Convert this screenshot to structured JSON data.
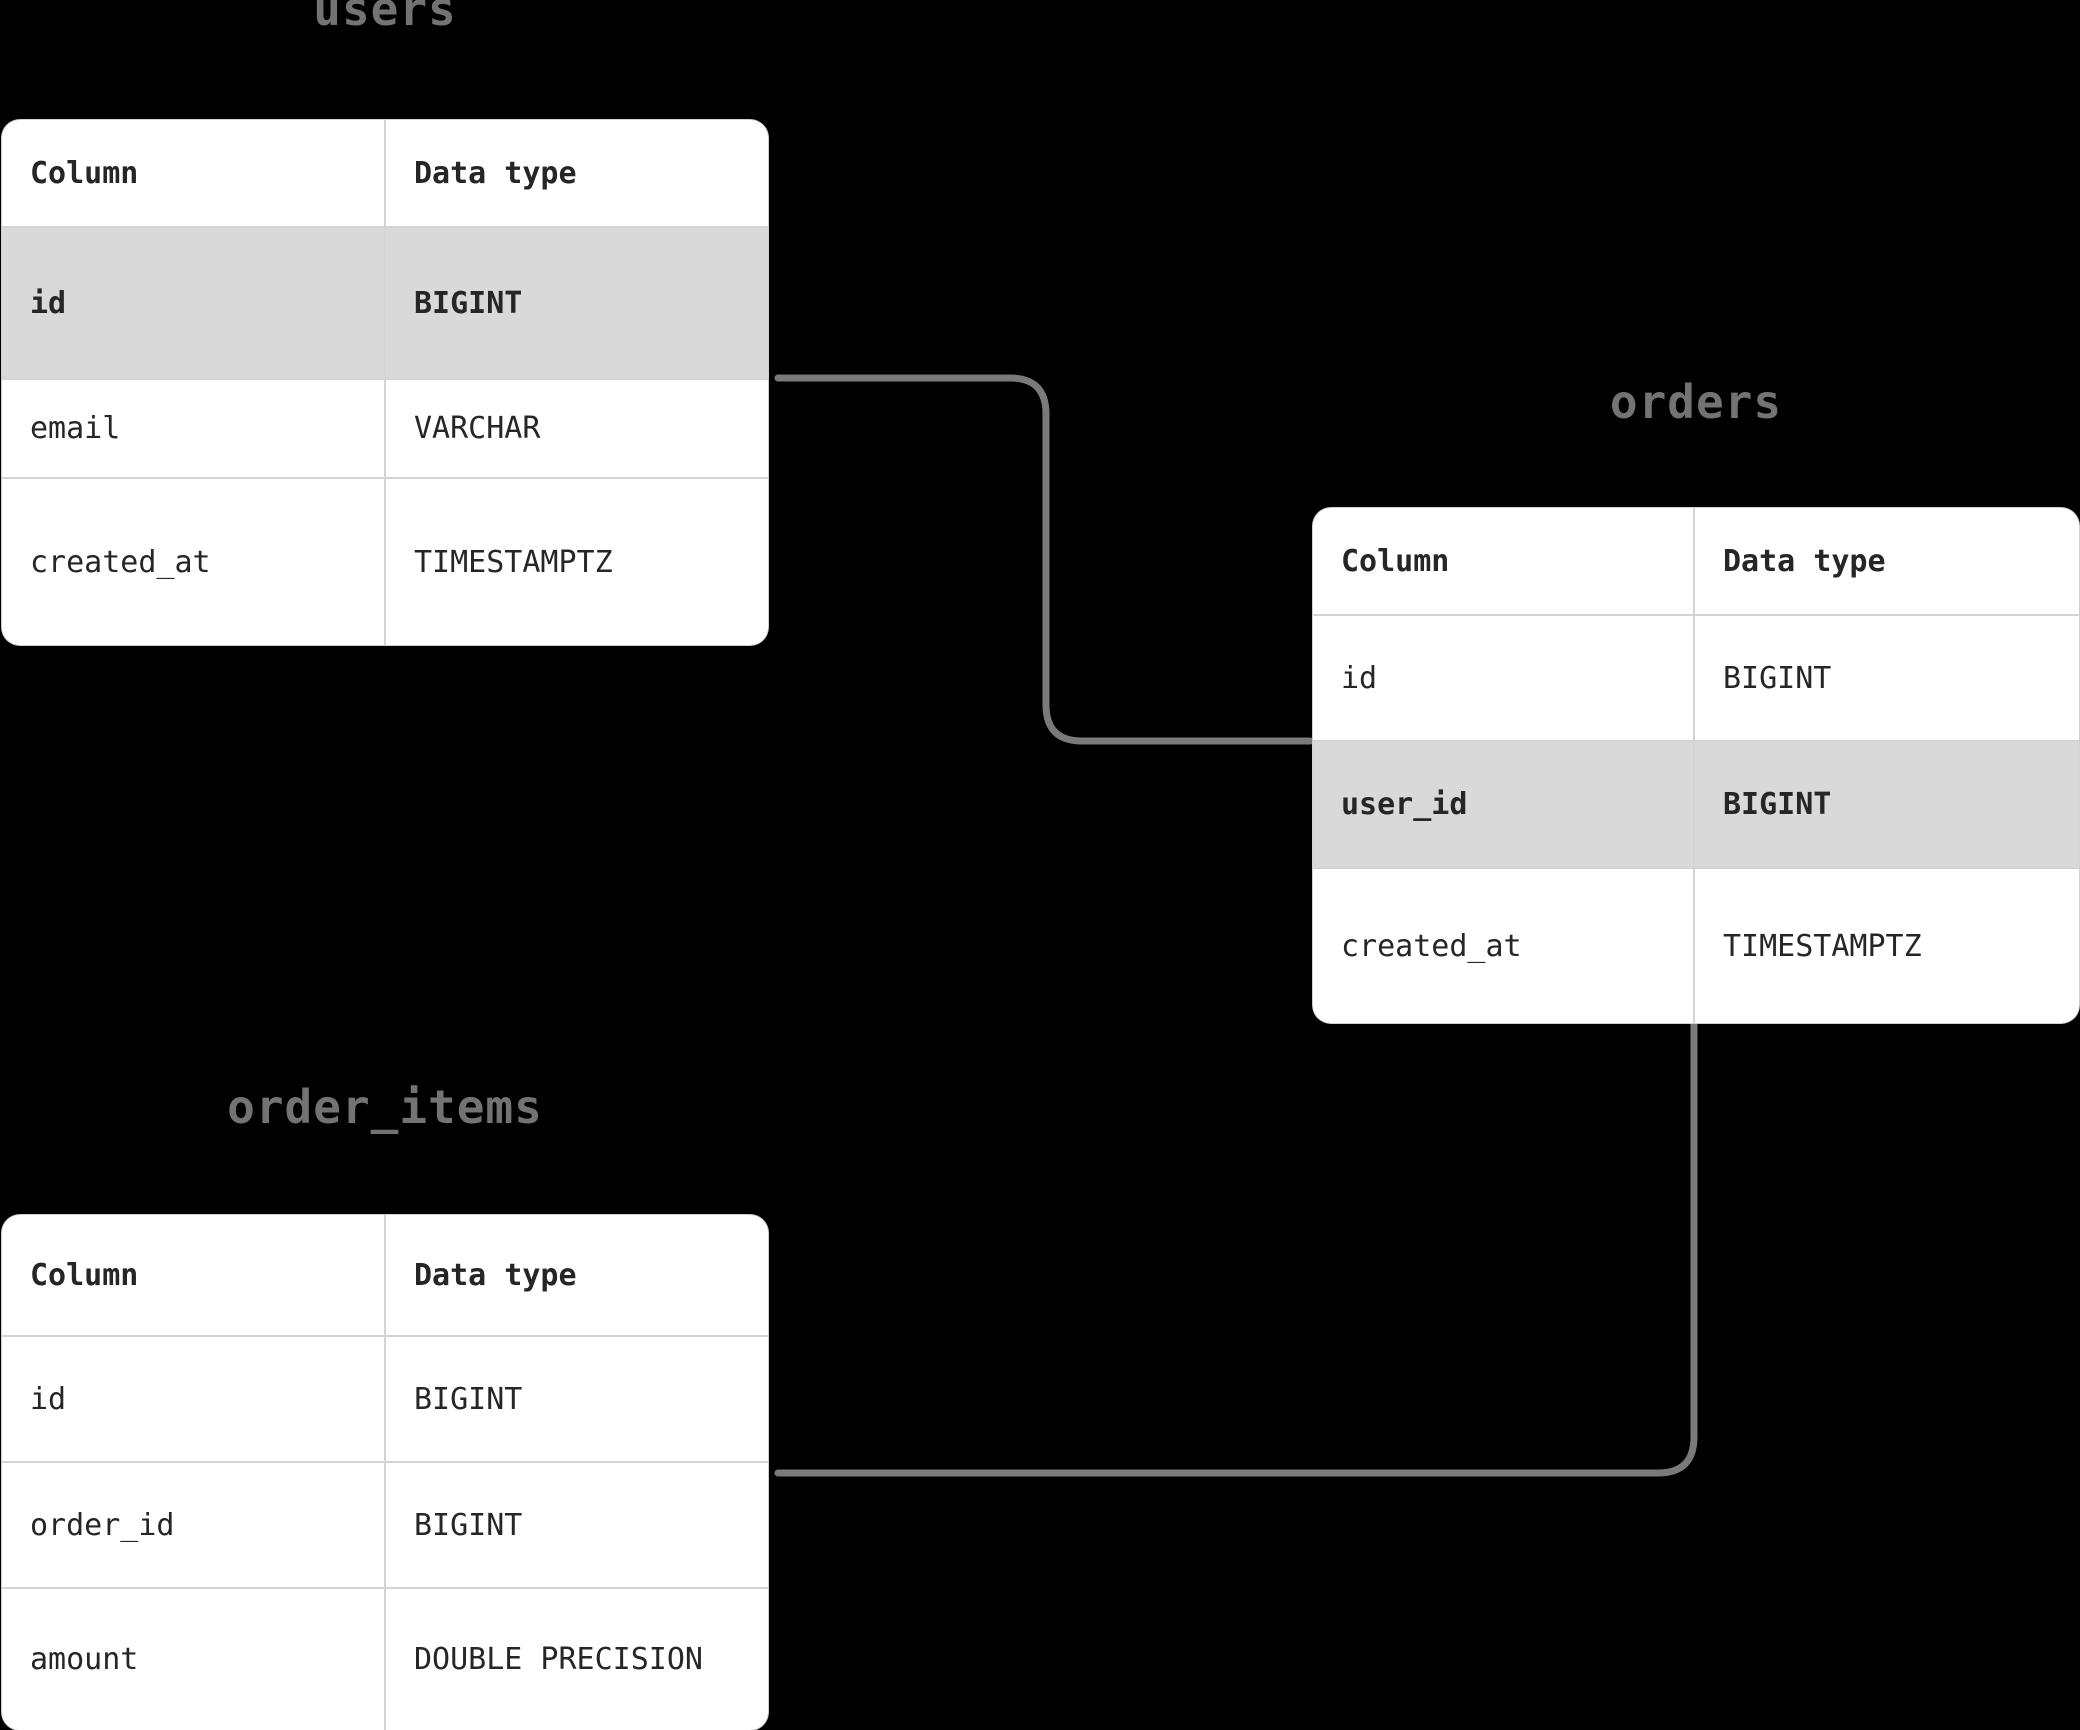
{
  "diagram": {
    "type": "entity-relationship-diagram",
    "background_color": "#000000",
    "link_color": "#7a7a7a",
    "highlight_color": "#d9d9d9",
    "table_background": "#ffffff",
    "title_color": "#737373",
    "text_color": "#262626"
  },
  "entities": [
    {
      "id": "users",
      "title": "users",
      "columns_header": {
        "name": "Column",
        "type": "Data type"
      },
      "rows": [
        {
          "name": "id",
          "type": "BIGINT",
          "highlighted": true
        },
        {
          "name": "email",
          "type": "VARCHAR",
          "highlighted": false
        },
        {
          "name": "created_at",
          "type": "TIMESTAMPTZ",
          "highlighted": false
        }
      ]
    },
    {
      "id": "orders",
      "title": "orders",
      "columns_header": {
        "name": "Column",
        "type": "Data type"
      },
      "rows": [
        {
          "name": "id",
          "type": "BIGINT",
          "highlighted": false
        },
        {
          "name": "user_id",
          "type": "BIGINT",
          "highlighted": true
        },
        {
          "name": "created_at",
          "type": "TIMESTAMPTZ",
          "highlighted": false
        }
      ]
    },
    {
      "id": "order_items",
      "title": "order_items",
      "columns_header": {
        "name": "Column",
        "type": "Data type"
      },
      "rows": [
        {
          "name": "id",
          "type": "BIGINT",
          "highlighted": false
        },
        {
          "name": "order_id",
          "type": "BIGINT",
          "highlighted": false
        },
        {
          "name": "amount",
          "type": "DOUBLE PRECISION",
          "highlighted": false
        }
      ]
    }
  ],
  "relationships": [
    {
      "id": "users-to-orders",
      "from": "users.id",
      "to": "orders.user_id"
    },
    {
      "id": "orders-to-order-items",
      "from": "orders.id",
      "to": "order_items.order_id"
    }
  ]
}
